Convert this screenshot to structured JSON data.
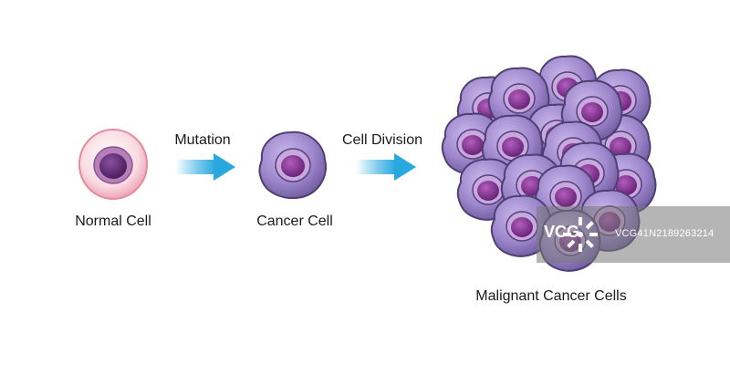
{
  "steps": {
    "normal_cell_label": "Normal Cell",
    "cancer_cell_label": "Cancer Cell",
    "malignant_cells_label": "Malignant Cancer Cells"
  },
  "arrows": {
    "mutation_label": "Mutation",
    "division_label": "Cell Division"
  },
  "watermark": {
    "logo_text": "VCG",
    "id_text": "VCG41N2189263214"
  },
  "colors": {
    "normal_cell_outer": "#f6c9d3",
    "normal_cell_border": "#e48ba0",
    "normal_cell_nucleus": "#5c2d70",
    "cancer_cell_body": "#a48fcf",
    "cancer_cell_border": "#4e3f72",
    "cancer_cell_nucleus": "#7a2f8a",
    "arrow": "#29a8e0"
  }
}
